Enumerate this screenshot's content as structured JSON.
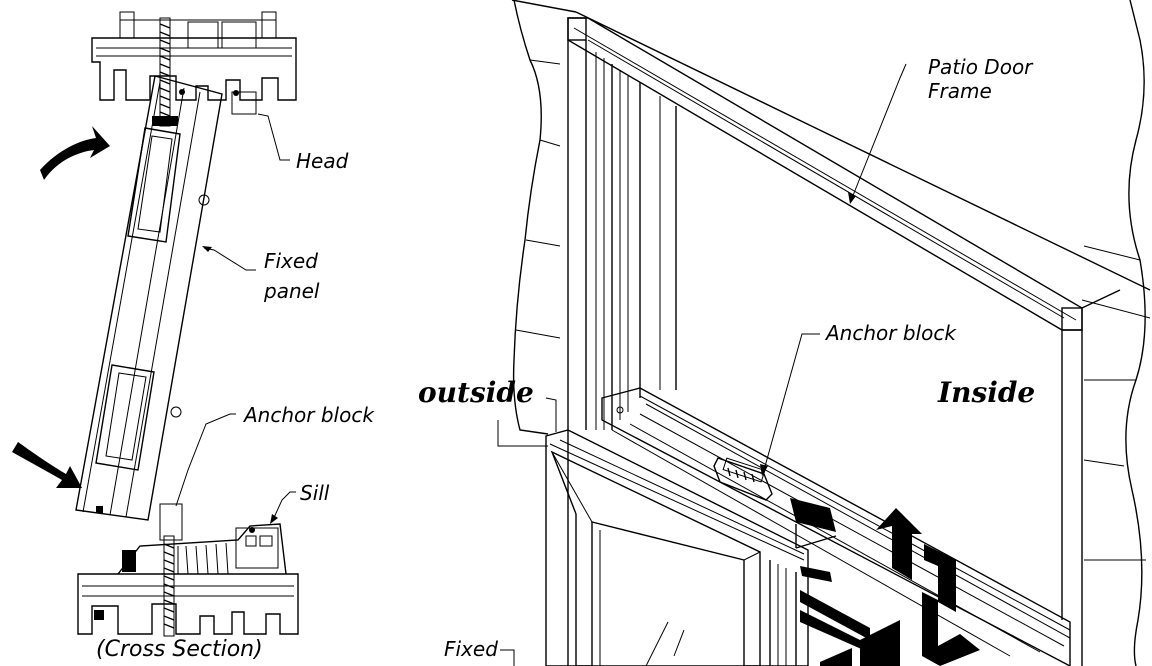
{
  "labels": {
    "head": "Head",
    "fixed_panel_line1": "Fixed",
    "fixed_panel_line2": "panel",
    "anchor_block_left": "Anchor block",
    "sill": "Sill",
    "cross_section": "(Cross Section)",
    "patio_door_frame_line1": "Patio Door",
    "patio_door_frame_line2": "Frame",
    "anchor_block_right": "Anchor block",
    "outside": "outside",
    "inside": "Inside",
    "fixed_bottom": "Fixed"
  },
  "colors": {
    "ink": "#000000",
    "paper": "#ffffff"
  }
}
